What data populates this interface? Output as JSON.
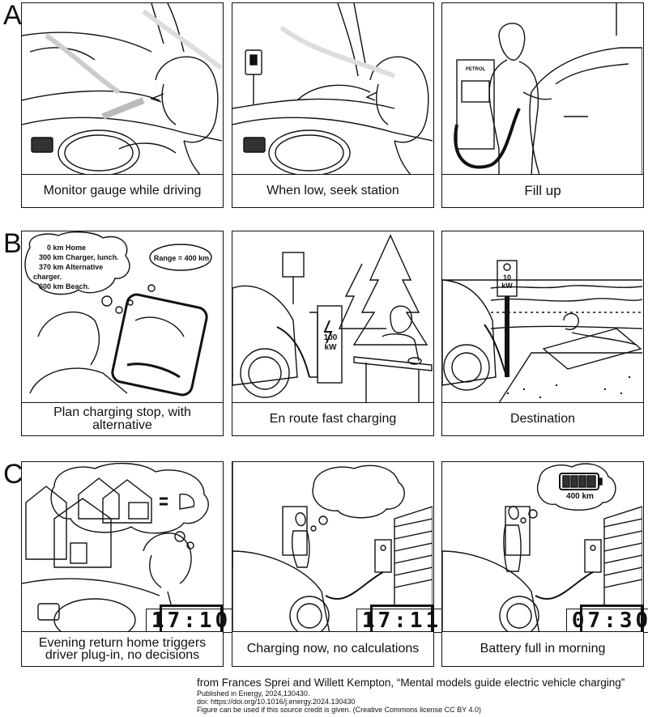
{
  "rows": {
    "A": {
      "letter": "A",
      "panels": [
        {
          "caption": "Monitor gauge while driving"
        },
        {
          "caption": "When low, seek station"
        },
        {
          "caption": "Fill up",
          "pump_label": "PETROL"
        }
      ]
    },
    "B": {
      "letter": "B",
      "panels": [
        {
          "caption": "Plan charging stop, with alternative",
          "plan_list": [
            {
              "km": "0",
              "unit": "km",
              "place": "Home"
            },
            {
              "km": "300",
              "unit": "km",
              "place": "Charger, lunch."
            },
            {
              "km": "370",
              "unit": "km",
              "place": "Alternative charger."
            },
            {
              "km": "600",
              "unit": "km",
              "place": "Beach."
            }
          ],
          "range_bubble": "Range = 400 km"
        },
        {
          "caption": "En route fast charging",
          "charger_power": "100 kW",
          "power_value": "100",
          "power_unit": "kW"
        },
        {
          "caption": "Destination",
          "charger_power_value": "10",
          "charger_power_unit": "kW"
        }
      ]
    },
    "C": {
      "letter": "C",
      "panels": [
        {
          "caption_line1": "Evening return home triggers",
          "caption_line2": "driver plug-in, no decisions",
          "clock": "17:10"
        },
        {
          "caption": "Charging now, no calculations",
          "clock": "17:11"
        },
        {
          "caption": "Battery full in morning",
          "clock": "07:30",
          "battery_label": "400 km"
        }
      ]
    }
  },
  "credits": {
    "main": "from Frances Sprei and Willett Kempton, “Mental models guide electric vehicle charging”",
    "line1": "Published in Energy, 2024,130430.",
    "line2": "doi: https://doi.org/10.1016/j.energy.2024.130430",
    "line3": "Figure can be used if this source credit is given. (Creative Commons license CC BY 4.0)"
  }
}
